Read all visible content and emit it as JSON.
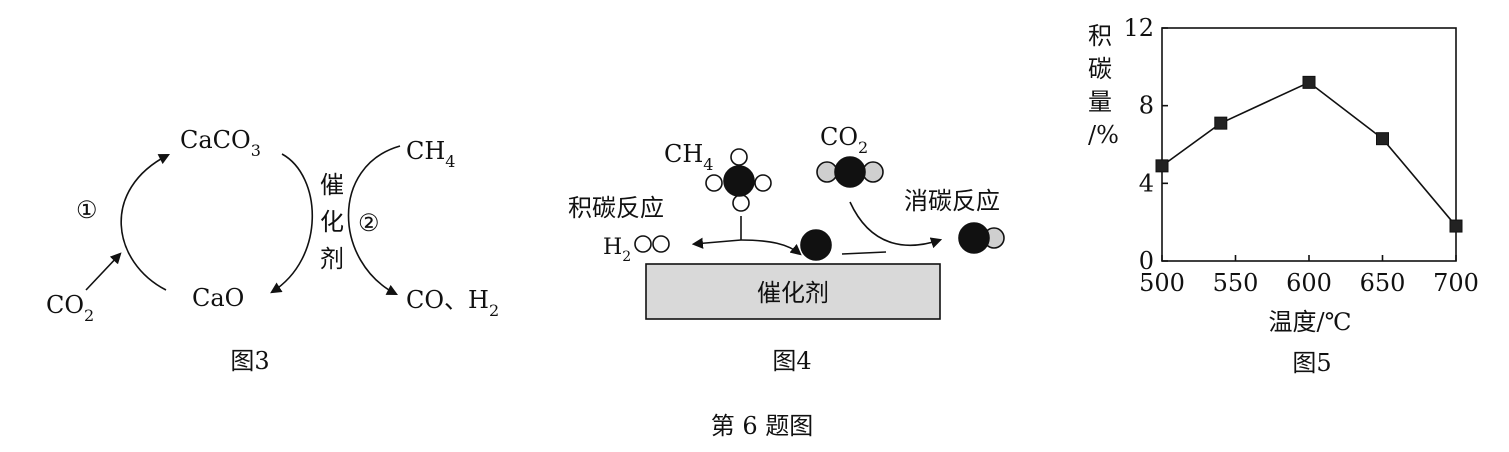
{
  "figure_caption": "第 6 题图",
  "fig3": {
    "caption": "图3",
    "cacO3_base": "CaCO",
    "cacO3_sub": "3",
    "ch4_base": "CH",
    "ch4_sub": "4",
    "co2_base": "CO",
    "co2_sub": "2",
    "cao": "CaO",
    "products_a": "CO、H",
    "products_sub": "2",
    "step1": "①",
    "step2": "②",
    "catalyst_1": "催",
    "catalyst_2": "化",
    "catalyst_3": "剂"
  },
  "fig4": {
    "caption": "图4",
    "ch4_base": "CH",
    "ch4_sub": "4",
    "co2_base": "CO",
    "co2_sub": "2",
    "h2_base": "H",
    "h2_sub": "2",
    "carbon_deposition": "积碳反应",
    "carbon_removal": "消碳反应",
    "catalyst": "催化剂"
  },
  "fig5": {
    "caption": "图5"
  },
  "chart_data": {
    "type": "line",
    "xlabel": "温度/℃",
    "ylabel": [
      "积",
      "碳",
      "量",
      "/%"
    ],
    "x_ticks": [
      "500",
      "550",
      "600",
      "650",
      "700"
    ],
    "y_ticks": [
      "0",
      "4",
      "8",
      "12"
    ],
    "xlim": [
      500,
      700
    ],
    "ylim": [
      0,
      12
    ],
    "grid": false,
    "marker": "square",
    "series": [
      {
        "x": [
          500,
          540,
          600,
          650,
          700
        ],
        "y": [
          4.9,
          7.1,
          9.2,
          6.3,
          1.8
        ]
      }
    ]
  },
  "colors": {
    "ink": "#111111",
    "catalyst_fill": "#d9d9d9",
    "light_atom": "#cfcfcf",
    "background": "#ffffff"
  }
}
